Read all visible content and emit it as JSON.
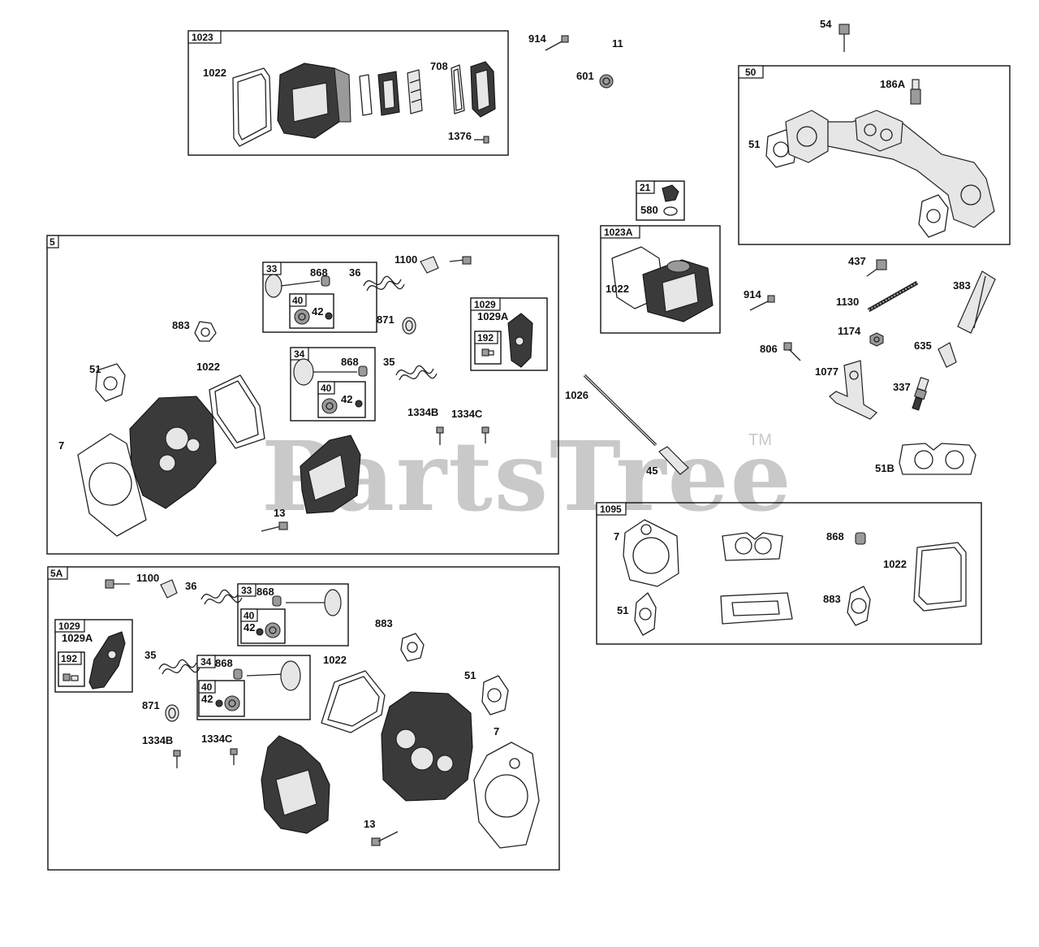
{
  "watermark": {
    "text": "PartsTree",
    "tm": "TM"
  },
  "boxes": {
    "b1023": "1023",
    "b50": "50",
    "b21": "21",
    "b1023A": "1023A",
    "b5": "5",
    "b33": "33",
    "b40a": "40",
    "b1029": "1029",
    "b192": "192",
    "b34": "34",
    "b40b": "40",
    "b5A": "5A",
    "b33A": "33",
    "b40c": "40",
    "b1029A": "1029",
    "b192A": "192",
    "b34A": "34",
    "b40d": "40",
    "b1095": "1095"
  },
  "labels": {
    "l1022_top": "1022",
    "l708": "708",
    "l1376": "1376",
    "l914_top": "914",
    "l601": "601",
    "l11": "11",
    "l54": "54",
    "l186A": "186A",
    "l51_50": "51",
    "l580": "580",
    "l1022_1023A": "1022",
    "l868_33": "868",
    "l42_40a": "42",
    "l36_5": "36",
    "l1100_5": "1100",
    "l871_5": "871",
    "l1029A_5": "1029A",
    "l883_5": "883",
    "l51_5": "51",
    "l1022_5": "1022",
    "l868_34": "868",
    "l42_40b": "42",
    "l35_5": "35",
    "l1334B_5": "1334B",
    "l1334C_5": "1334C",
    "l7_5": "7",
    "l13_5": "13",
    "l914_mid": "914",
    "l437": "437",
    "l1130": "1130",
    "l383": "383",
    "l1174": "1174",
    "l806": "806",
    "l635": "635",
    "l1077": "1077",
    "l337": "337",
    "l1026": "1026",
    "l45": "45",
    "l51B": "51B",
    "l7_1095": "7",
    "l868_1095": "868",
    "l1022_1095": "1022",
    "l51_1095": "51",
    "l883_1095": "883",
    "l1100_5A": "1100",
    "l36_5A": "36",
    "l868_33A": "868",
    "l42_40c": "42",
    "l1029A_5A": "1029A",
    "l35_5A": "35",
    "l868_34A": "868",
    "l42_40d": "42",
    "l871_5A": "871",
    "l883_5A": "883",
    "l1022_5A": "1022",
    "l51_5A": "51",
    "l1334B_5A": "1334B",
    "l1334C_5A": "1334C",
    "l7_5A": "7",
    "l13_5A": "13"
  }
}
